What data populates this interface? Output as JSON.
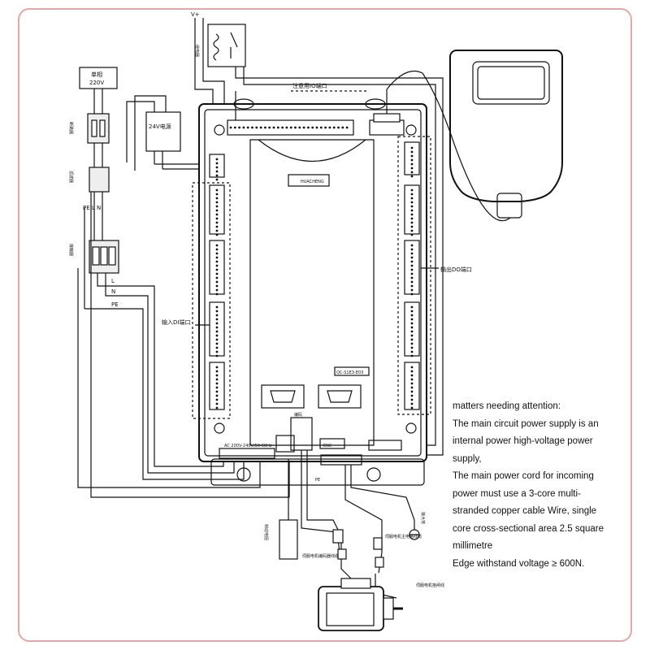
{
  "labels": {
    "v_plus": "V+",
    "relay": "继电器",
    "single_phase": "单相",
    "v220": "220V",
    "breaker": "断路器",
    "filter": "滤波器",
    "contactor": "接触器",
    "pe_l_n": "PE L N",
    "L": "L",
    "N": "N",
    "PE": "PE",
    "psu_24v": "24V电源",
    "io_port_top": "注意用IO端口",
    "logo": "HUACHENG",
    "model": "QC-S1E3-E03",
    "input_di": "输入DI端口",
    "output_do": "输出DO端口",
    "brake_resistor": "制动电阻",
    "encoder_cable": "伺服电机编码器线缆",
    "main_cable": "伺服电机主电路线缆",
    "brake_cable": "伺服电机抱闸线",
    "ground": "接大地",
    "bottom_terminal": "AC 200V-240V/50-60Hz",
    "pe_small": "PE",
    "encoder_small": "编码",
    "enc_small": "ENC"
  },
  "note": {
    "title": "matters needing attention:",
    "lines": [
      "The main circuit power supply is an internal power high-voltage power supply,",
      "The main power cord for incoming power must use a 3-core multi-stranded copper cable Wire, single core cross-sectional area 2.5 square millimetre",
      "Edge withstand voltage ≥ 600N."
    ]
  }
}
